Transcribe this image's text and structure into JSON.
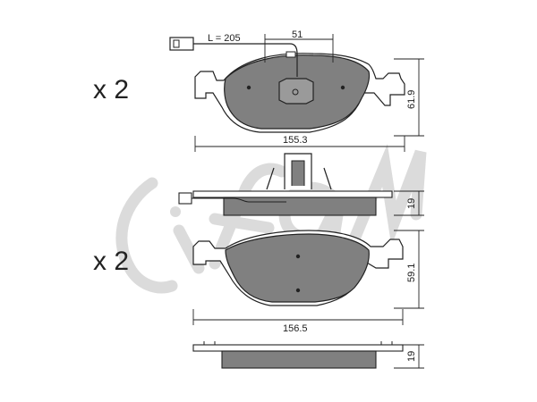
{
  "multipliers": {
    "top": "x 2",
    "bottom": "x 2"
  },
  "dimensions": {
    "wire_length": "L = 205",
    "sensor_offset": "51",
    "top_pad_height": "61.9",
    "top_pad_width": "155.3",
    "top_pad_thickness": "19",
    "bottom_pad_height": "59.1",
    "bottom_pad_width": "156.5",
    "bottom_pad_thickness": "19"
  },
  "watermark": "cifam",
  "colors": {
    "pad_fill": "#808080",
    "line": "#222222",
    "watermark": "#d6d6d6",
    "background": "#ffffff"
  }
}
